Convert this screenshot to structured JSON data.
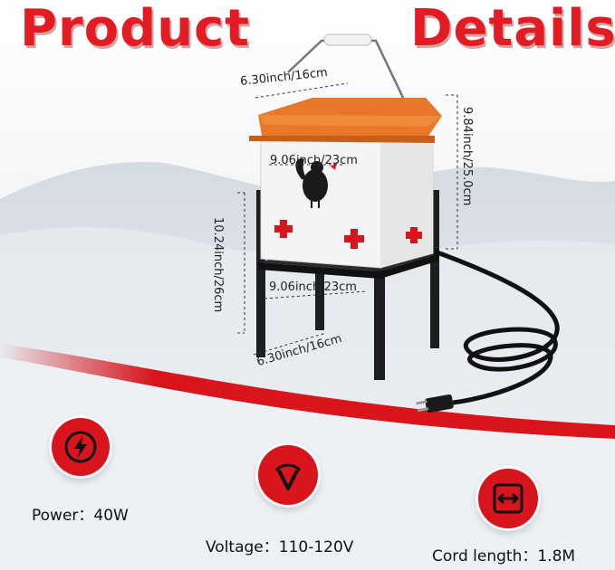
{
  "header": {
    "left_word": "Product",
    "right_word": "Details"
  },
  "dimensions": {
    "lid_width": "6.30inch/16cm",
    "body_width": "9.06inch/23cm",
    "top_height": "9.84inch/25.0cm",
    "stand_height": "10.24inch/26cm",
    "base_width": "9.06inch/23cm",
    "base_depth": "6.30inch/16cm"
  },
  "specs": {
    "power": {
      "icon": "lightning-icon",
      "label": "Power：40W"
    },
    "voltage": {
      "icon": "gauge-icon",
      "label": "Voltage：110-120V"
    },
    "cord": {
      "icon": "double-arrow-icon",
      "label": "Cord length：1.8M"
    }
  },
  "colors": {
    "accent_red": "#e31b23",
    "lid_orange": "#e8772a",
    "stand_black": "#1e1e1e"
  }
}
